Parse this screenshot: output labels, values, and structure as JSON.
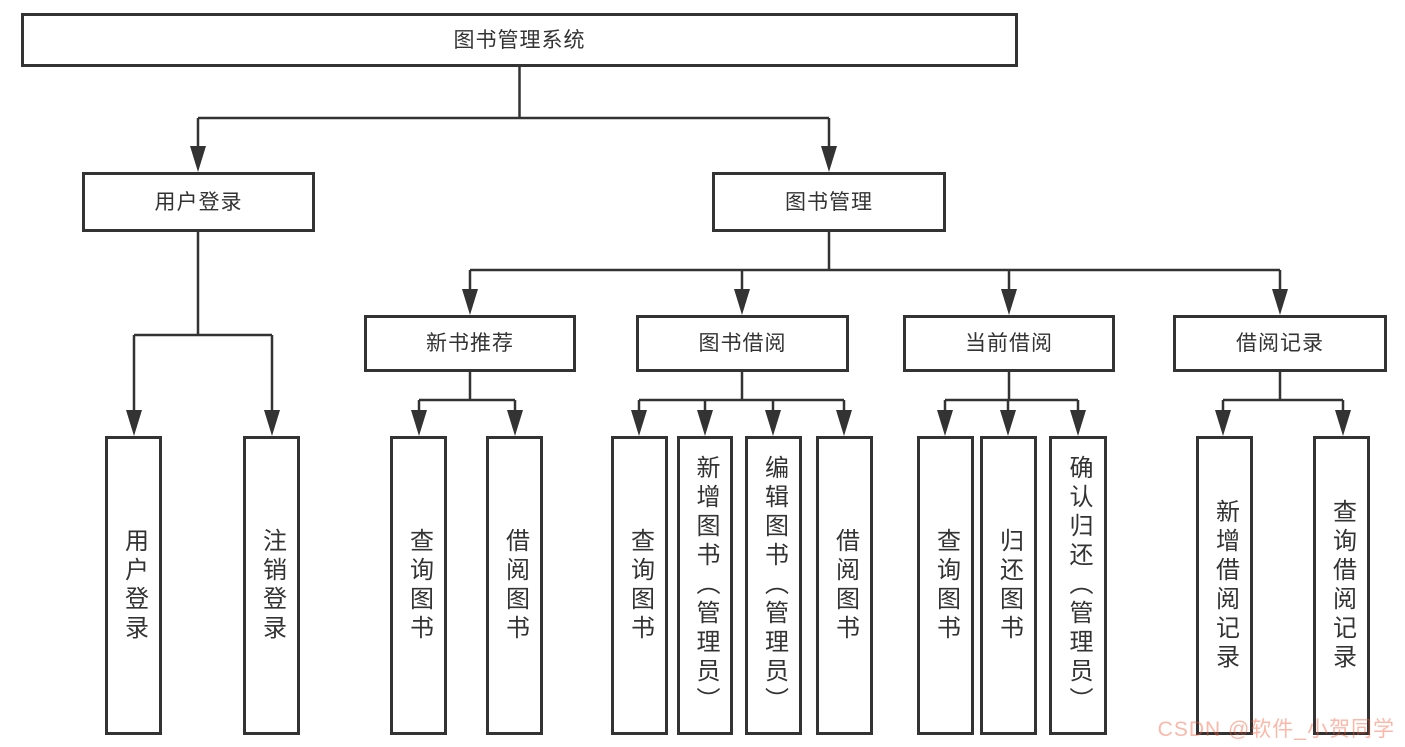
{
  "diagram": {
    "root": {
      "label": "图书管理系统"
    },
    "level2": [
      {
        "label": "用户登录"
      },
      {
        "label": "图书管理"
      }
    ],
    "level3": [
      {
        "label": "新书推荐"
      },
      {
        "label": "图书借阅"
      },
      {
        "label": "当前借阅"
      },
      {
        "label": "借阅记录"
      }
    ],
    "leaves": {
      "userLogin": [
        {
          "label": "用户登录"
        },
        {
          "label": "注销登录"
        }
      ],
      "newBookRecommend": [
        {
          "label": "查询图书"
        },
        {
          "label": "借阅图书"
        }
      ],
      "bookBorrow": [
        {
          "label": "查询图书"
        },
        {
          "label": "新增图书（管理员）"
        },
        {
          "label": "编辑图书（管理员）"
        },
        {
          "label": "借阅图书"
        }
      ],
      "currentBorrow": [
        {
          "label": "查询图书"
        },
        {
          "label": "归还图书"
        },
        {
          "label": "确认归还（管理员）"
        }
      ],
      "borrowRecords": [
        {
          "label": "新增借阅记录"
        },
        {
          "label": "查询借阅记录"
        }
      ]
    }
  },
  "watermark": {
    "text": "CSDN @软件_小贺同学",
    "color": "#fc5531"
  },
  "colors": {
    "line": "#333333",
    "box_border": "#333333",
    "background": "#ffffff",
    "text": "#333333"
  }
}
